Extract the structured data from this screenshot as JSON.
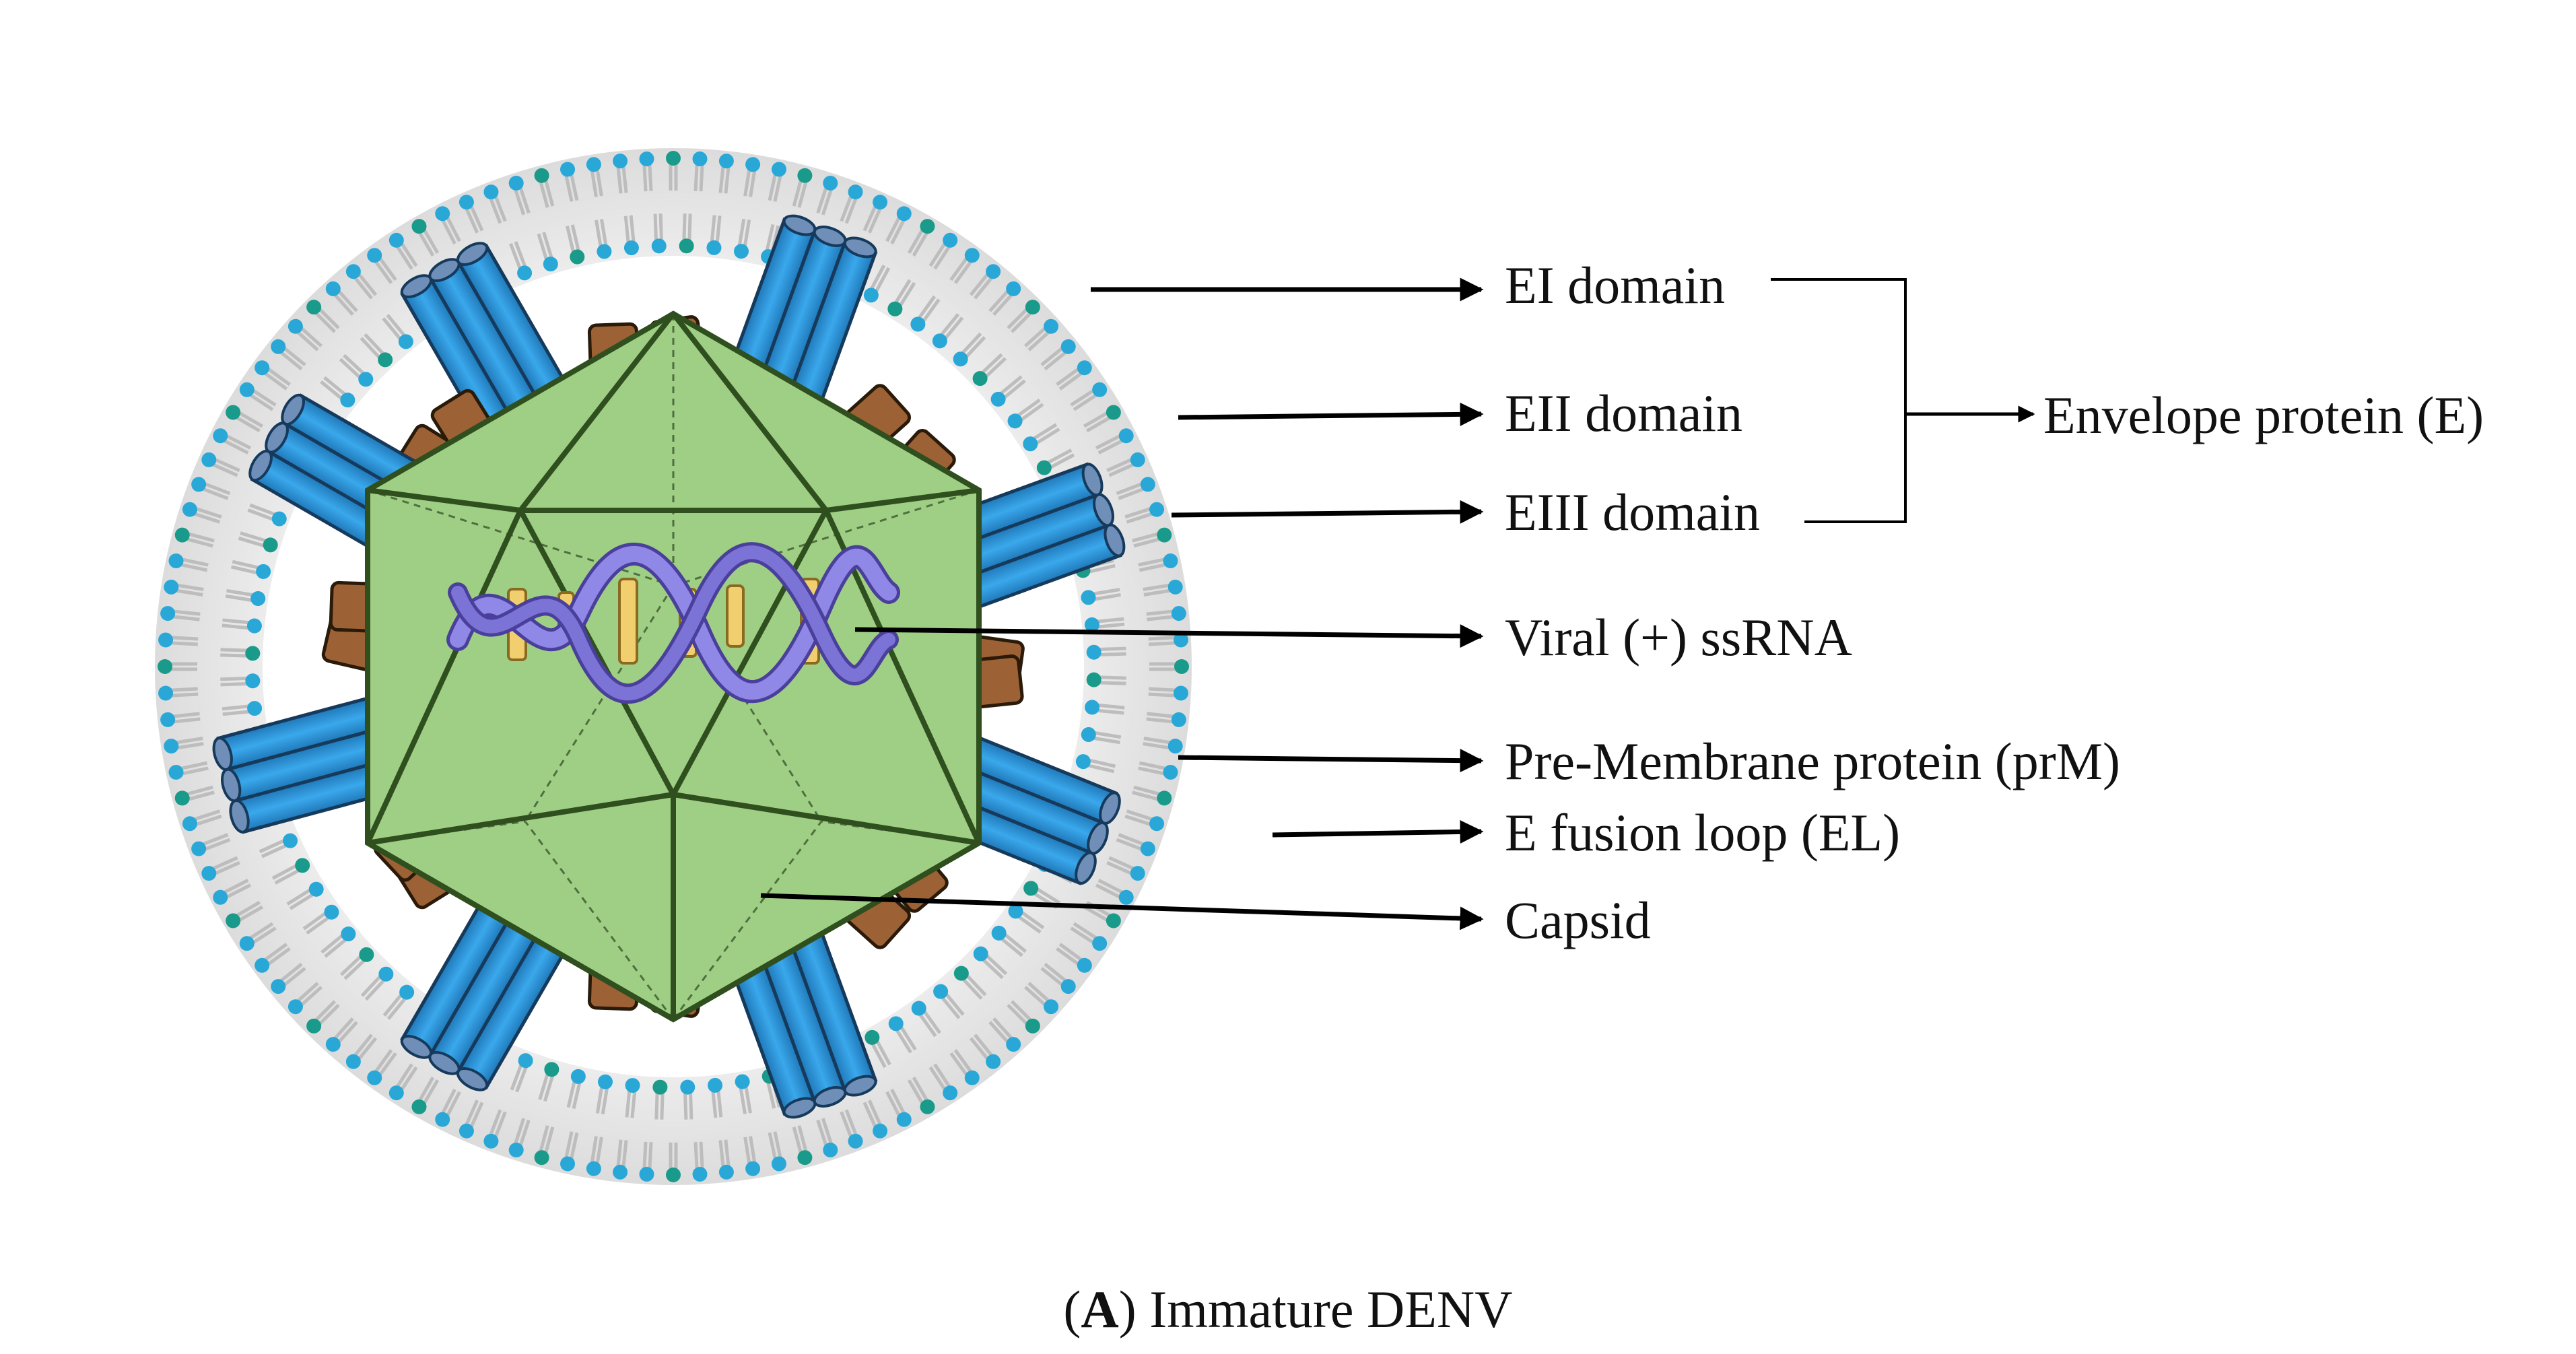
{
  "labels": {
    "ei_domain": "EI domain",
    "eii_domain": "EII domain",
    "eiii_domain": "EIII domain",
    "envelope_protein": "Envelope protein (E)",
    "viral_ssrna": "Viral (+) ssRNA",
    "prm": "Pre-Membrane protein (prM)",
    "fusion_loop": "E fusion loop (EL)",
    "capsid": "Capsid"
  },
  "caption": {
    "letter": "A",
    "text": "Immature DENV"
  },
  "colors": {
    "capsid_fill": "#9fcf84",
    "capsid_stroke": "#2f4f1f",
    "lipid_head_outer": "#29a8d8",
    "lipid_head_inner": "#1a9a8a",
    "e_protein": "#2593d6",
    "prm_protein": "#9c6134",
    "domain_cap": "#f28a1c",
    "rna_backbone": "#7b74d6",
    "rna_bases": "#f1cf6e"
  }
}
